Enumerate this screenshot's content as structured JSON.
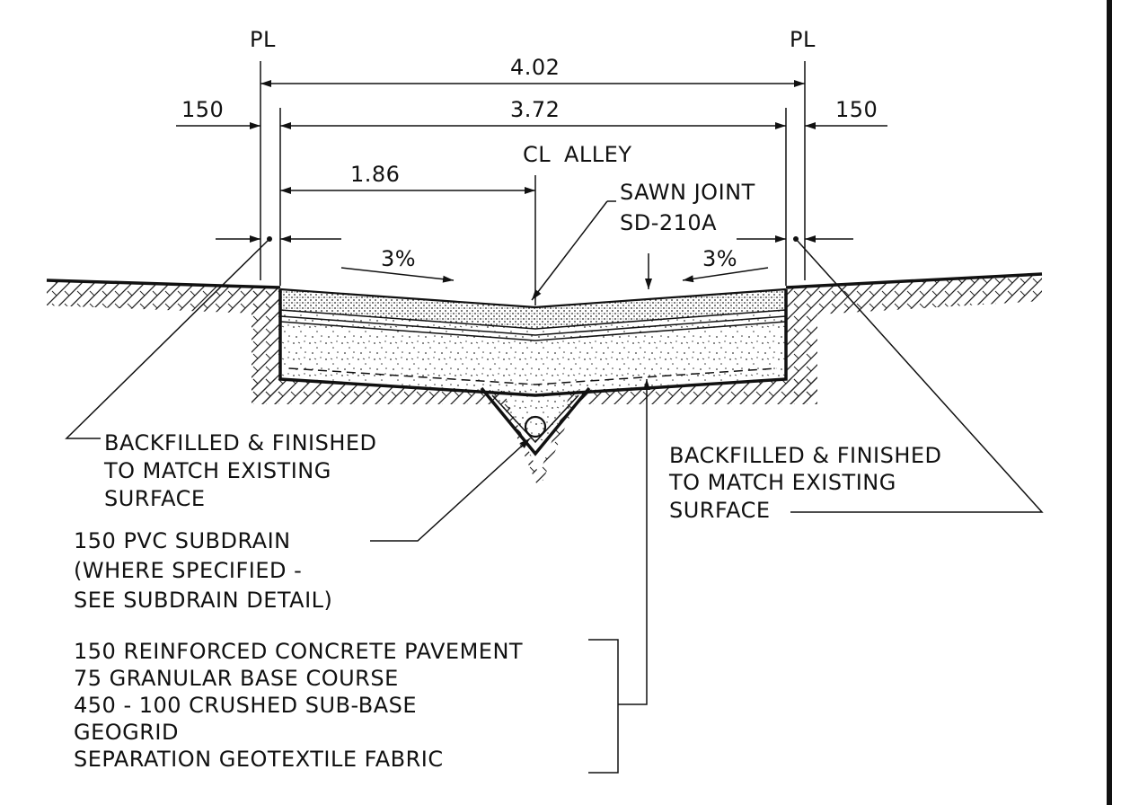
{
  "diagram": {
    "property_line_left": "PL",
    "property_line_right": "PL",
    "centerline_symbol": "CL",
    "centerline_label": "ALLEY",
    "dimensions": {
      "overall": "4.02",
      "pavement_width": "3.72",
      "half_width": "1.86",
      "offset_left": "150",
      "offset_right": "150"
    },
    "slopes": {
      "left": "3%",
      "right": "3%"
    },
    "sawn_joint": {
      "line1": "SAWN JOINT",
      "line2": "SD-210A"
    },
    "backfill_left": [
      "BACKFILLED & FINISHED",
      "TO MATCH EXISTING",
      "SURFACE"
    ],
    "backfill_right": [
      "BACKFILLED & FINISHED",
      "TO MATCH EXISTING",
      "SURFACE"
    ],
    "subdrain": [
      "150 PVC SUBDRAIN",
      "(WHERE SPECIFIED -",
      "SEE SUBDRAIN DETAIL)"
    ],
    "pavement_layers": [
      "150 REINFORCED CONCRETE PAVEMENT",
      "75 GRANULAR BASE COURSE",
      "450 - 100 CRUSHED SUB-BASE",
      "GEOGRID",
      "SEPARATION GEOTEXTILE FABRIC"
    ]
  }
}
